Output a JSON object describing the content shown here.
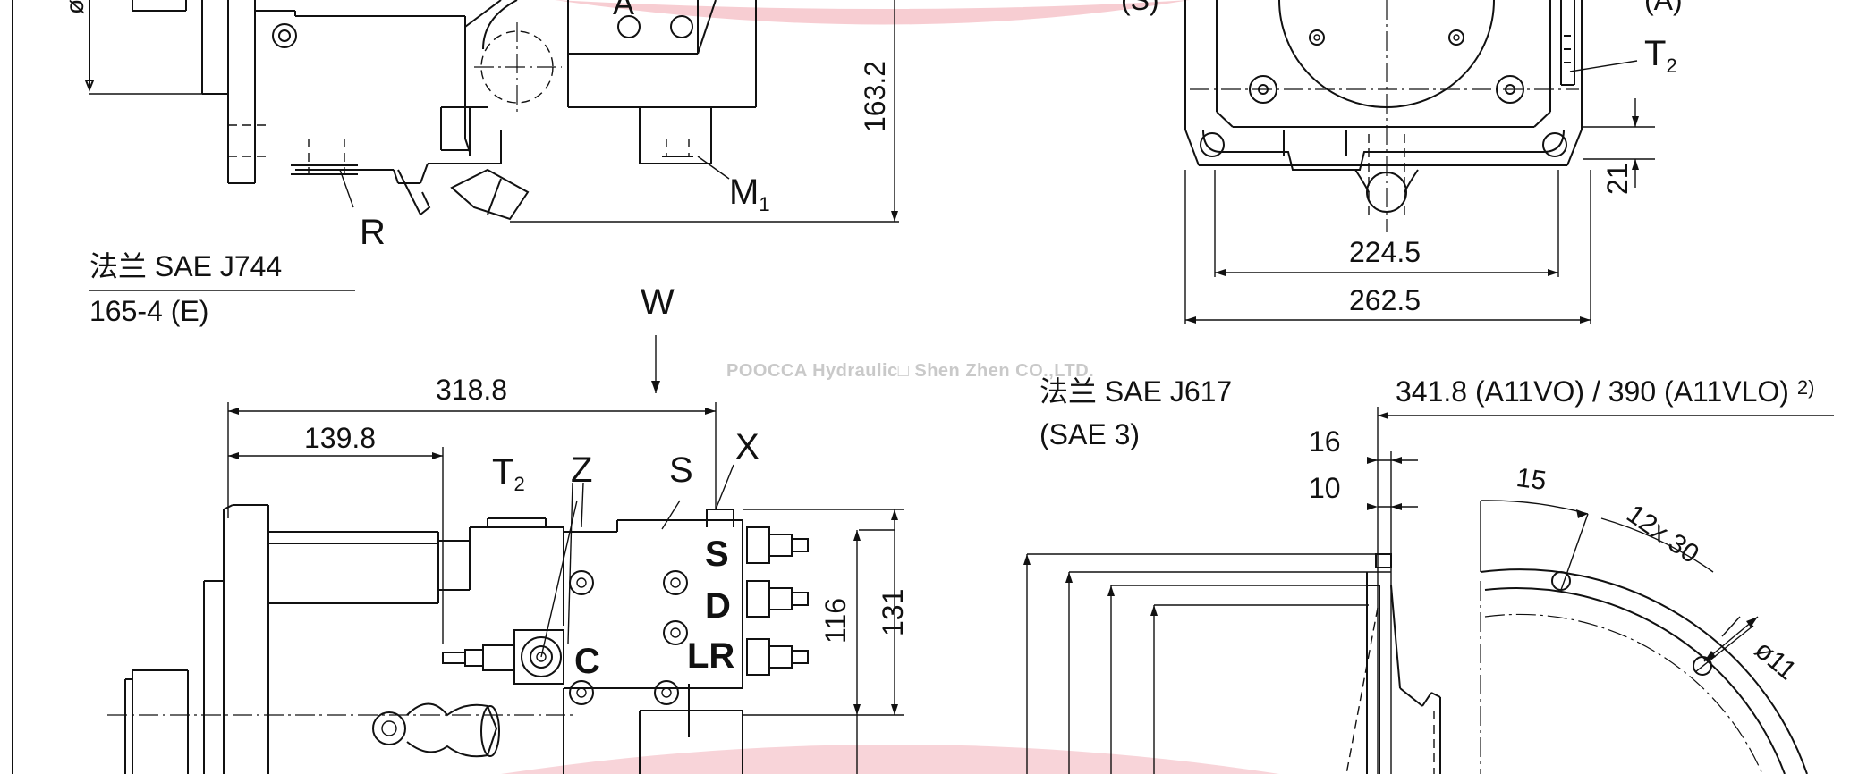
{
  "labels": {
    "dim_163_2": "163.2",
    "port_m1": "M",
    "port_m1_sub": "1",
    "port_r": "R",
    "flange_e_line1": "法兰 SAE J744",
    "flange_e_line2": "165-4 (E)",
    "port_a": "A",
    "paren_s": "(S)",
    "paren_a": "(A)",
    "port_t2_top": "T",
    "port_t2_top_sub": "2",
    "dim_21": "21",
    "dim_224_5": "224.5",
    "dim_262_5": "262.5",
    "view_w": "W",
    "dim_318_8": "318.8",
    "dim_139_8": "139.8",
    "port_t2_left": "T",
    "port_t2_left_sub": "2",
    "port_z": "Z",
    "port_s_small": "S",
    "port_x": "X",
    "port_s_bold": "S",
    "port_d_bold": "D",
    "port_lr_bold": "LR",
    "port_c_bold": "C",
    "dim_116": "116",
    "dim_131": "131",
    "flange_j617_line1": "法兰 SAE J617",
    "flange_j617_line2": "(SAE 3)",
    "dim_341_8": "341.8 (A11VO) / 390 (A11VLO)",
    "dim_341_8_note": "2)",
    "dim_16": "16",
    "dim_10": "10",
    "dim_15": "15",
    "dim_12x30": "12x 30",
    "dim_d11": "ø11",
    "diameter_sym": "ø"
  },
  "watermark": "POOCCA Hydraulic□ Shen Zhen  CO.,LTD.",
  "colors": {
    "ink": "#111111",
    "watermark_arc": "#f4b8bf",
    "watermark_text": "#c9c9c9"
  }
}
